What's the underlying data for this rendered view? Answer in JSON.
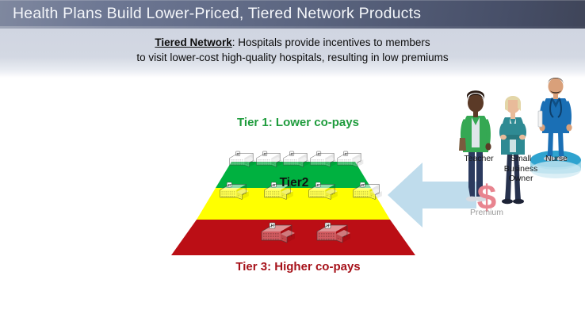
{
  "slide": {
    "title": "Health Plans Build Lower-Priced, Tiered Network Products",
    "subtitle": {
      "lead": "Tiered Network",
      "line1_rest": ": Hospitals provide incentives to members",
      "line2": "to visit lower-cost high-quality hospitals, resulting in low premiums"
    }
  },
  "pyramid": {
    "tiers": [
      {
        "id": "tier1",
        "label": "Tier 1: Lower co-pays",
        "color": "#00b140",
        "label_color": "#1f9c3d",
        "buildings": 5,
        "building_color": "#b6f2c4"
      },
      {
        "id": "tier2",
        "label": "Tier2",
        "color": "#ffff00",
        "label_color": "#111111",
        "buildings": 4,
        "building_color": "#ffff66"
      },
      {
        "id": "tier3",
        "label": "Tier 3: Higher co-pays",
        "color": "#bb0e15",
        "label_color": "#a61119",
        "buildings": 2,
        "building_color": "#f4b9c0"
      }
    ]
  },
  "arrow": {
    "name": "premium-flow-arrow",
    "direction": "left",
    "color": "#bfdcec"
  },
  "people": [
    {
      "name": "teacher",
      "label": "Teacher",
      "top_color": "#35a853",
      "pants_color": "#2b3a5e",
      "skin": "#5b3a27",
      "hair": "#2a1b14"
    },
    {
      "name": "small-business-owner",
      "label": "Small Business Owner",
      "top_color": "#2e8a93",
      "pants_color": "#27324e",
      "skin": "#e8bb9a",
      "hair": "#e3d6a8"
    },
    {
      "name": "nurse",
      "label": "Nurse",
      "top_color": "#1a6fb5",
      "pants_color": "#1a6fb5",
      "skin": "#d9a07a",
      "hair": "#3a2a20",
      "disc_color": "#2fa3cf"
    }
  ],
  "premium": {
    "symbol": "$",
    "label": "Premium",
    "symbol_color": "#e8848f",
    "label_color": "#9a9a9a"
  }
}
